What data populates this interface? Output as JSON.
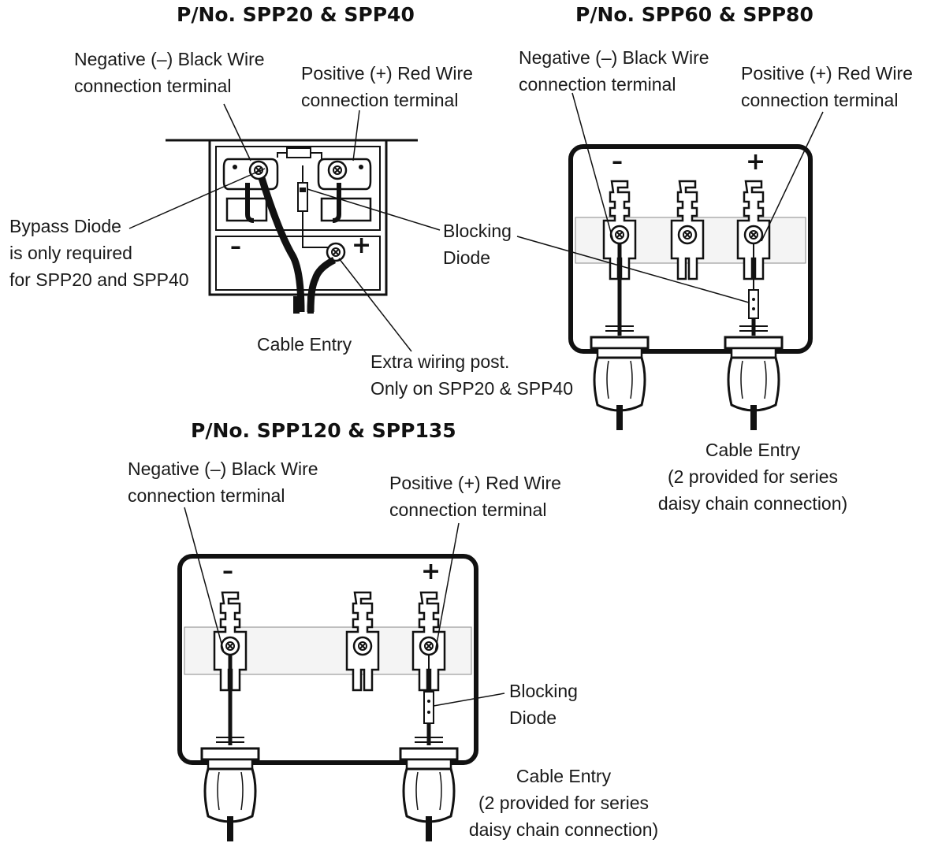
{
  "colors": {
    "ink": "#111111",
    "text": "#1a1a1a",
    "background": "#ffffff",
    "band": "#f4f4f4"
  },
  "top_left": {
    "title": "P/No. SPP20 & SPP40",
    "neg_label": [
      "Negative (–) Black Wire",
      "connection terminal"
    ],
    "pos_label": [
      "Positive (+) Red Wire",
      "connection terminal"
    ],
    "bypass_label": [
      "Bypass Diode",
      "is only required",
      "for SPP20 and SPP40"
    ],
    "blocking_label": [
      "Blocking",
      "Diode"
    ],
    "cable_label": "Cable Entry",
    "extra_label": [
      "Extra wiring post.",
      "Only on SPP20 & SPP40"
    ],
    "minus_sign": "–",
    "plus_sign": "+"
  },
  "top_right": {
    "title": "P/No. SPP60 & SPP80",
    "neg_label": [
      "Negative (–) Black Wire",
      "connection terminal"
    ],
    "pos_label": [
      "Positive (+) Red Wire",
      "connection terminal"
    ],
    "cable_label": [
      "Cable Entry",
      "(2 provided for series",
      "daisy chain connection)"
    ],
    "minus_sign": "–",
    "plus_sign": "+"
  },
  "bottom": {
    "title": "P/No. SPP120 & SPP135",
    "neg_label": [
      "Negative (–) Black Wire",
      "connection terminal"
    ],
    "pos_label": [
      "Positive (+) Red Wire",
      "connection terminal"
    ],
    "blocking_label": [
      "Blocking",
      "Diode"
    ],
    "cable_label": [
      "Cable Entry",
      "(2 provided for series",
      "daisy chain connection)"
    ],
    "minus_sign": "–",
    "plus_sign": "+"
  }
}
